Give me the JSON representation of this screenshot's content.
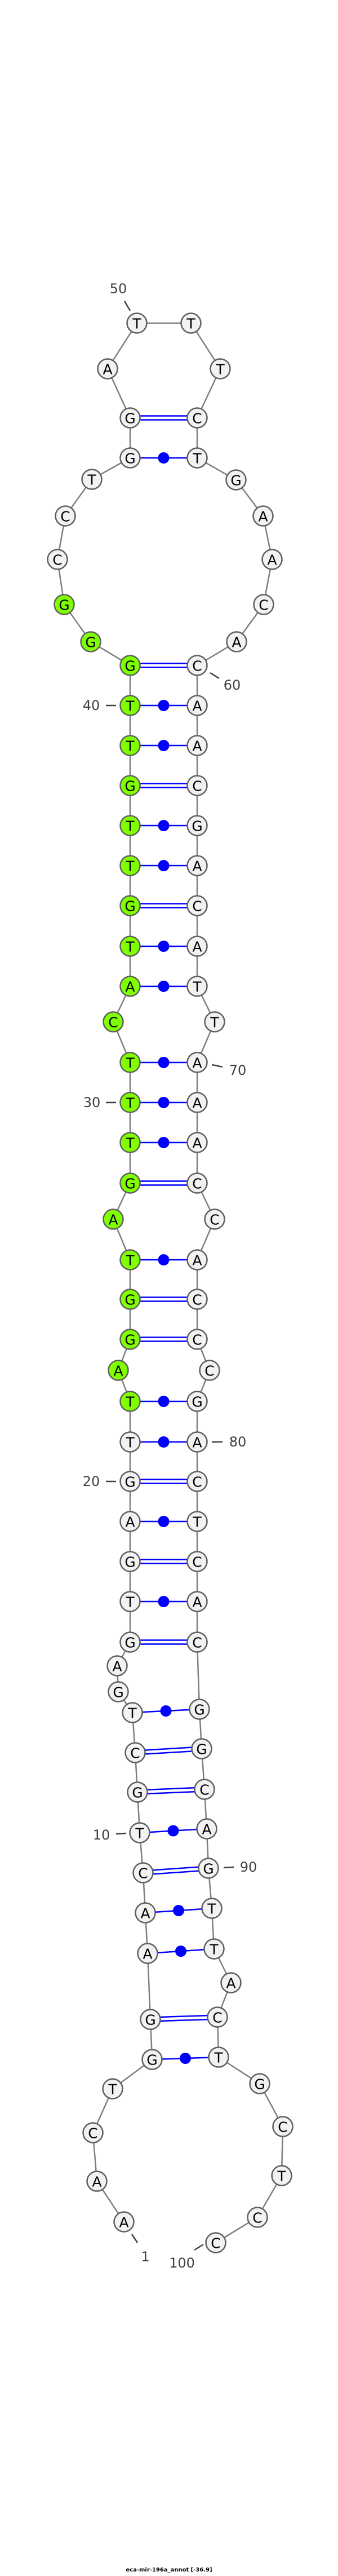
{
  "title": "eca-mir-196a_annot [-36.9]",
  "sequence": [
    "A",
    "A",
    "C",
    "T",
    "G",
    "G",
    "A",
    "A",
    "C",
    "T",
    "G",
    "C",
    "T",
    "G",
    "A",
    "G",
    "T",
    "G",
    "A",
    "G",
    "T",
    "T",
    "A",
    "G",
    "G",
    "T",
    "A",
    "G",
    "T",
    "T",
    "T",
    "C",
    "A",
    "T",
    "G",
    "T",
    "T",
    "G",
    "T",
    "T",
    "G",
    "G",
    "G",
    "C",
    "C",
    "T",
    "G",
    "G",
    "A",
    "T",
    "T",
    "T",
    "C",
    "T",
    "G",
    "A",
    "A",
    "C",
    "A",
    "C",
    "A",
    "A",
    "C",
    "G",
    "A",
    "C",
    "A",
    "T",
    "T",
    "A",
    "A",
    "A",
    "C",
    "C",
    "A",
    "C",
    "C",
    "C",
    "G",
    "A",
    "C",
    "T",
    "C",
    "A",
    "C",
    "G",
    "G",
    "C",
    "A",
    "G",
    "T",
    "T",
    "A",
    "C",
    "T",
    "G",
    "C",
    "T",
    "C",
    "C"
  ],
  "highlight": {
    "from": 22,
    "to": 43,
    "color": "#80ff00"
  },
  "pairs": [
    [
      5,
      95
    ],
    [
      6,
      94
    ],
    [
      7,
      92
    ],
    [
      8,
      91
    ],
    [
      9,
      90
    ],
    [
      10,
      89
    ],
    [
      11,
      88
    ],
    [
      12,
      87
    ],
    [
      13,
      86
    ],
    [
      16,
      85
    ],
    [
      17,
      84
    ],
    [
      18,
      83
    ],
    [
      19,
      82
    ],
    [
      20,
      81
    ],
    [
      21,
      80
    ],
    [
      22,
      79
    ],
    [
      24,
      77
    ],
    [
      25,
      76
    ],
    [
      26,
      75
    ],
    [
      28,
      73
    ],
    [
      29,
      72
    ],
    [
      30,
      71
    ],
    [
      31,
      70
    ],
    [
      33,
      68
    ],
    [
      34,
      67
    ],
    [
      35,
      66
    ],
    [
      36,
      65
    ],
    [
      37,
      64
    ],
    [
      38,
      63
    ],
    [
      39,
      62
    ],
    [
      40,
      61
    ],
    [
      41,
      60
    ],
    [
      47,
      54
    ],
    [
      48,
      53
    ]
  ],
  "position_labels": [
    "1",
    "10",
    "20",
    "30",
    "40",
    "50",
    "60",
    "70",
    "80",
    "90",
    "100"
  ],
  "colors": {
    "pair": "#0000ff",
    "node_fill": "#f2f2f2",
    "highlight": "#80ff00",
    "backbone": "#7f7f7f"
  }
}
